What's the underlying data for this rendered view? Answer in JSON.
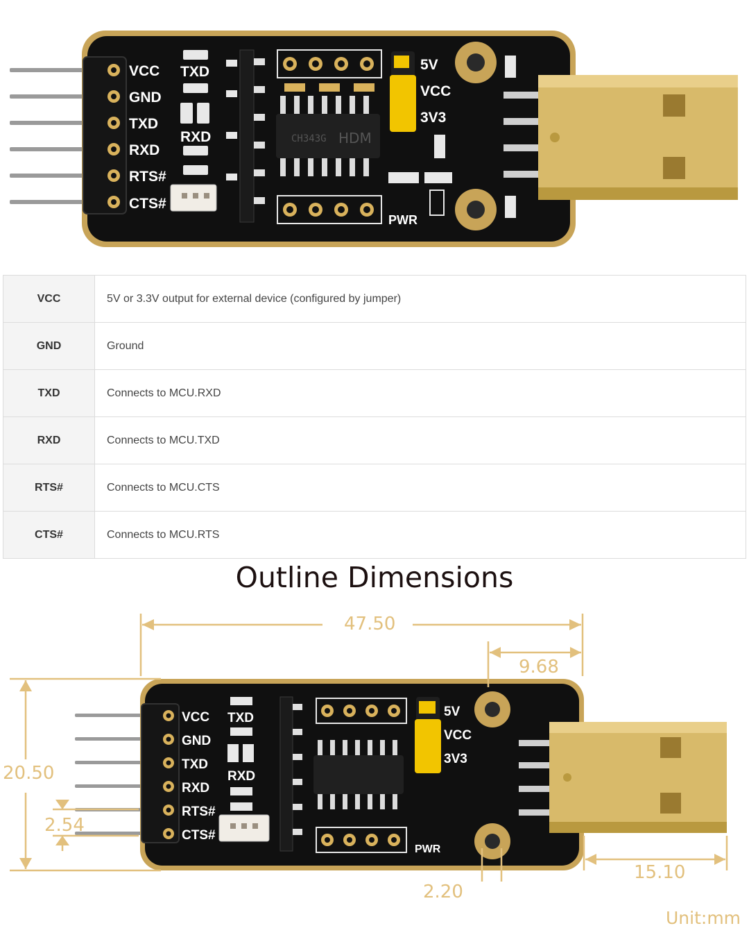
{
  "board": {
    "pin_labels": [
      "VCC",
      "GND",
      "TXD",
      "RXD",
      "RTS#",
      "CTS#"
    ],
    "led_labels": [
      "TXD",
      "RXD"
    ],
    "jumper_labels": [
      "5V",
      "VCC",
      "3V3"
    ],
    "power_label": "PWR",
    "chip_marking": "CH343G",
    "brand_marking": "HDM"
  },
  "pin_table": {
    "rows": [
      {
        "name": "VCC",
        "description": "5V or 3.3V output for external device (configured by jumper)"
      },
      {
        "name": "GND",
        "description": "Ground"
      },
      {
        "name": "TXD",
        "description": "Connects to MCU.RXD"
      },
      {
        "name": "RXD",
        "description": "Connects to MCU.TXD"
      },
      {
        "name": "RTS#",
        "description": "Connects to MCU.CTS"
      },
      {
        "name": "CTS#",
        "description": "Connects to MCU.RTS"
      }
    ]
  },
  "dimensions": {
    "title": "Outline Dimensions",
    "total_length": "47.50",
    "usb_offset": "9.68",
    "height": "20.50",
    "pin_pitch": "2.54",
    "hole_diameter": "2.20",
    "usb_length": "15.10",
    "unit": "Unit:mm"
  },
  "colors": {
    "pcb": "#101010",
    "gold": "#d9b25c",
    "usb_gold": "#d8ba6a",
    "jumper": "#f2c500",
    "dimension": "#e2c07d",
    "table_border": "#dcdcdc",
    "table_header_bg": "#f4f4f4"
  }
}
